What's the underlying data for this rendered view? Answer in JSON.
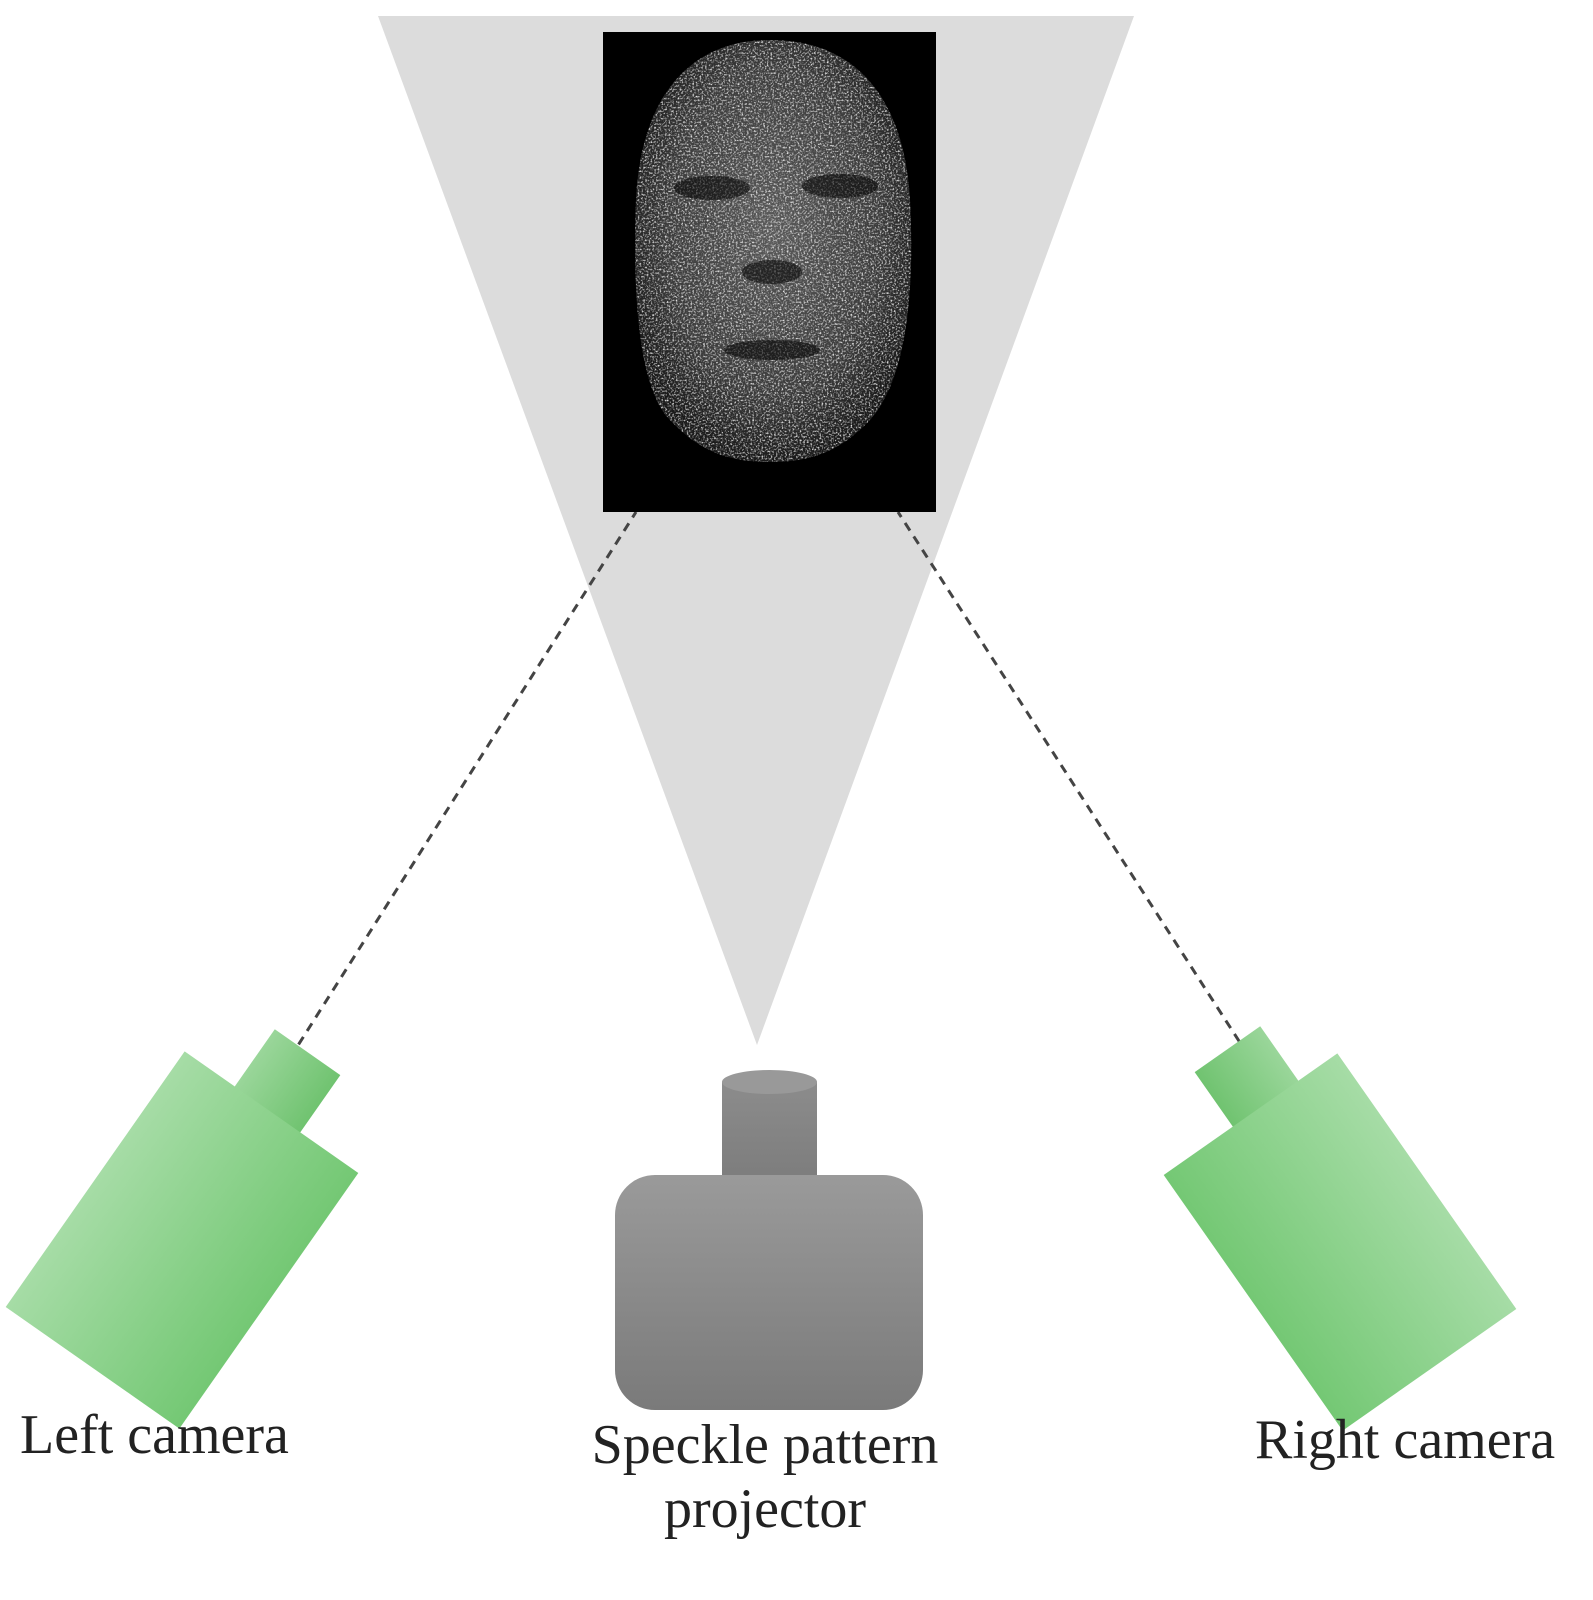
{
  "labels": {
    "left_camera": "Left camera",
    "projector": "Speckle pattern projector",
    "right_camera": "Right camera"
  },
  "colors": {
    "projection_beam": "#dcdcdc",
    "camera_green": "#8fd48f",
    "camera_green_dark": "#6cc66c",
    "projector_gray": "#8c8c8c",
    "projector_gray_dark": "#777777",
    "speckle_background": "#000000",
    "dashed_line": "#444444"
  },
  "icons": {
    "left_camera": "camera-icon",
    "right_camera": "camera-icon",
    "projector": "projector-icon",
    "speckle_image": "speckle-face-image"
  }
}
